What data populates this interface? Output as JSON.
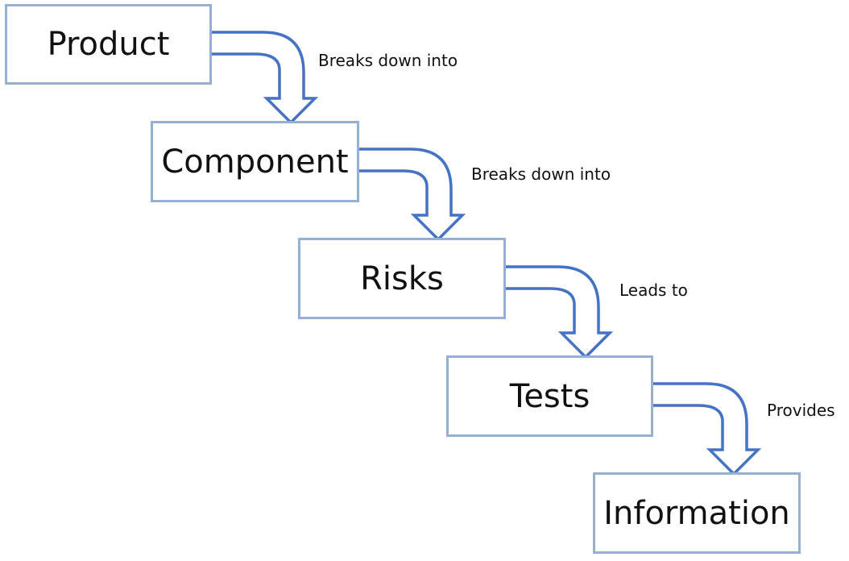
{
  "nodes": [
    {
      "id": "product",
      "label": "Product"
    },
    {
      "id": "component",
      "label": "Component"
    },
    {
      "id": "risks",
      "label": "Risks"
    },
    {
      "id": "tests",
      "label": "Tests"
    },
    {
      "id": "information",
      "label": "Information"
    }
  ],
  "edges": [
    {
      "from": "product",
      "to": "component",
      "label": "Breaks down into"
    },
    {
      "from": "component",
      "to": "risks",
      "label": "Breaks down into"
    },
    {
      "from": "risks",
      "to": "tests",
      "label": "Leads to"
    },
    {
      "from": "tests",
      "to": "information",
      "label": "Provides"
    }
  ],
  "colors": {
    "box_border": "#96afd5",
    "arrow_stroke": "#4472c4",
    "text": "#111111"
  }
}
